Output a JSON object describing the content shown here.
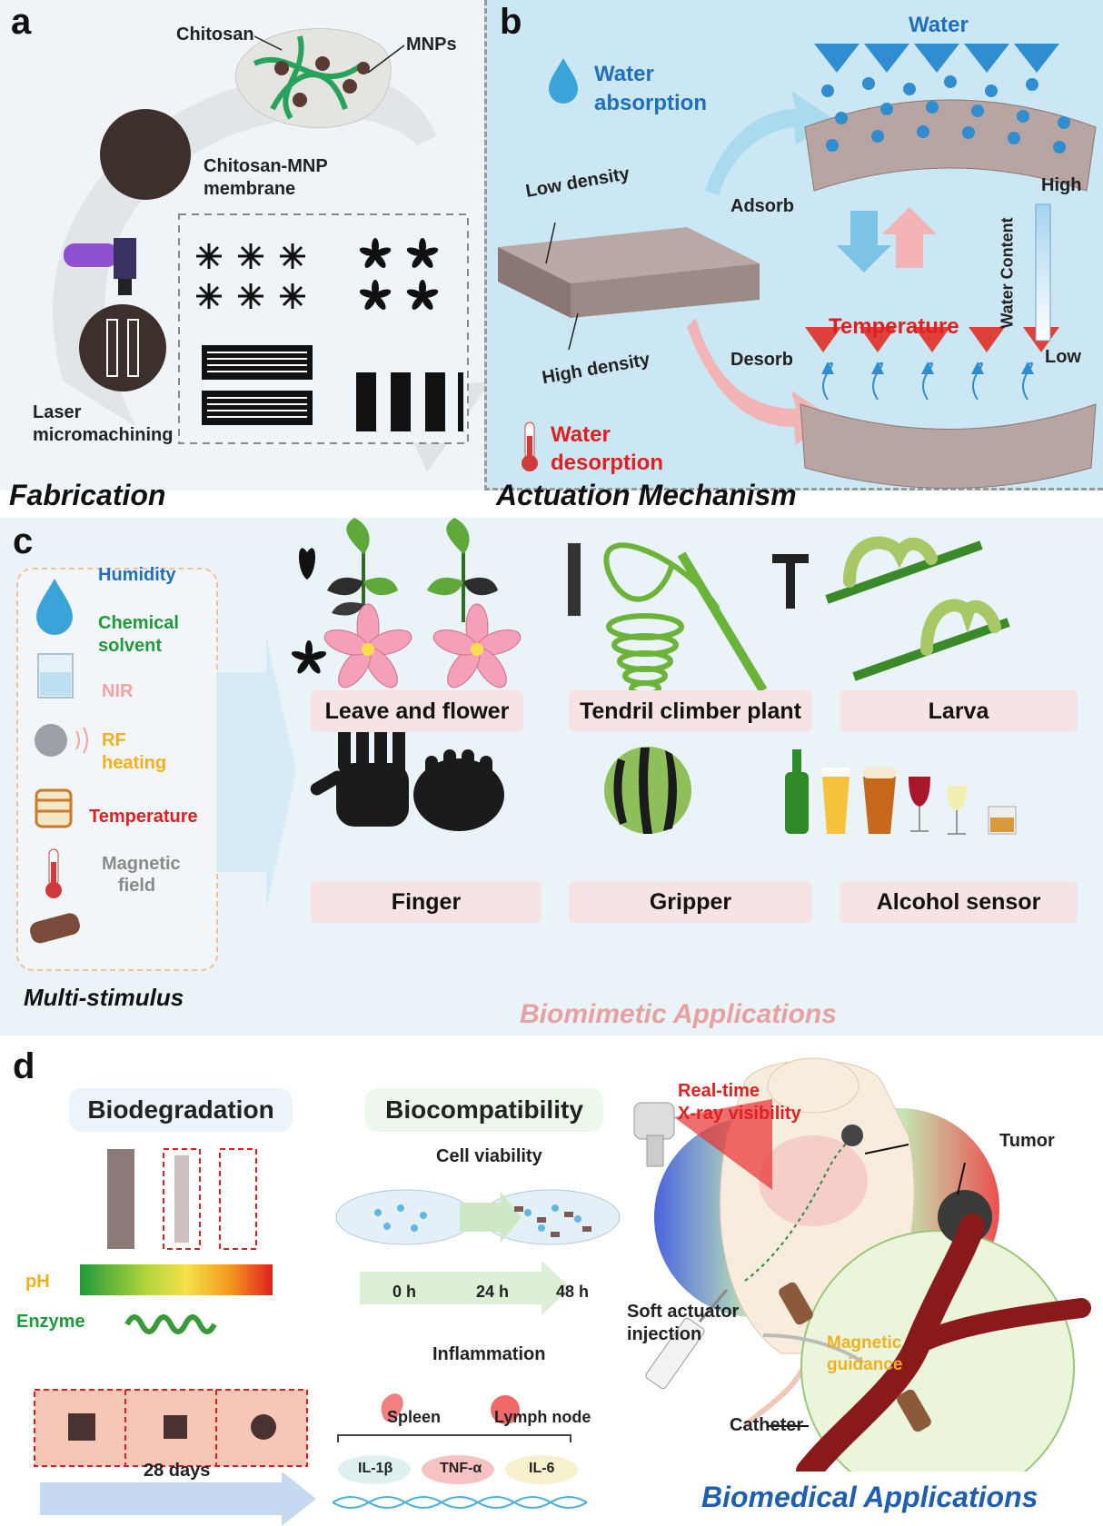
{
  "panel_a": {
    "letter": "a",
    "title": "Fabrication",
    "chitosan": "Chitosan",
    "mnps": "MNPs",
    "membrane_line1": "Chitosan-MNP",
    "membrane_line2": "membrane",
    "laser_line1": "Laser",
    "laser_line2": "micromachining"
  },
  "panel_b": {
    "letter": "b",
    "title": "Actuation Mechanism",
    "water": "Water",
    "water_absorption_1": "Water",
    "water_absorption_2": "absorption",
    "low_density": "Low density",
    "high_density": "High density",
    "adsorb": "Adsorb",
    "desorb": "Desorb",
    "temperature": "Temperature",
    "water_desorption_1": "Water",
    "water_desorption_2": "desorption",
    "scale_high": "High",
    "scale_low": "Low",
    "scale_title": "Water Content"
  },
  "panel_c": {
    "letter": "c",
    "multi_title": "Multi-stimulus",
    "bio_title": "Biomimetic Applications",
    "stimuli": [
      {
        "label1": "Humidity",
        "label2": "",
        "color": "#1f6fbf",
        "icon": "water-drop-icon"
      },
      {
        "label1": "Chemical",
        "label2": "solvent",
        "color": "#1e9a3a",
        "icon": "beaker-icon"
      },
      {
        "label1": "NIR",
        "label2": "",
        "color": "#f4a3a0",
        "icon": "nir-lamp-icon"
      },
      {
        "label1": "RF",
        "label2": "heating",
        "color": "#f2b01f",
        "icon": "rf-coil-icon"
      },
      {
        "label1": "Temperature",
        "label2": "",
        "color": "#e02020",
        "icon": "thermometer-icon"
      },
      {
        "label1": "Magnetic",
        "label2": "field",
        "color": "#8a8a8a",
        "icon": "magnet-icon"
      }
    ],
    "apps": [
      "Leave and flower",
      "Tendril climber plant",
      "Larva",
      "Finger",
      "Gripper",
      "Alcohol sensor"
    ]
  },
  "panel_d": {
    "letter": "d",
    "biodegradation": "Biodegradation",
    "ph": "pH",
    "enzyme": "Enzyme",
    "days": "28 days",
    "biocompatibility": "Biocompatibility",
    "cell_viability": "Cell viability",
    "t0": "0 h",
    "t24": "24 h",
    "t48": "48 h",
    "inflammation": "Inflammation",
    "spleen": "Spleen",
    "lymph_node": "Lymph node",
    "il1b": "IL-1β",
    "tnfa": "TNF-α",
    "il6": "IL-6",
    "xray_line1": "Real-time",
    "xray_line2": "X-ray visibility",
    "tumor": "Tumor",
    "soft_actuator_1": "Soft actuator",
    "soft_actuator_2": "injection",
    "magnetic_guidance_1": "Magnetic",
    "magnetic_guidance_2": "guidance",
    "catheter": "Catheter",
    "title": "Biomedical Applications"
  }
}
